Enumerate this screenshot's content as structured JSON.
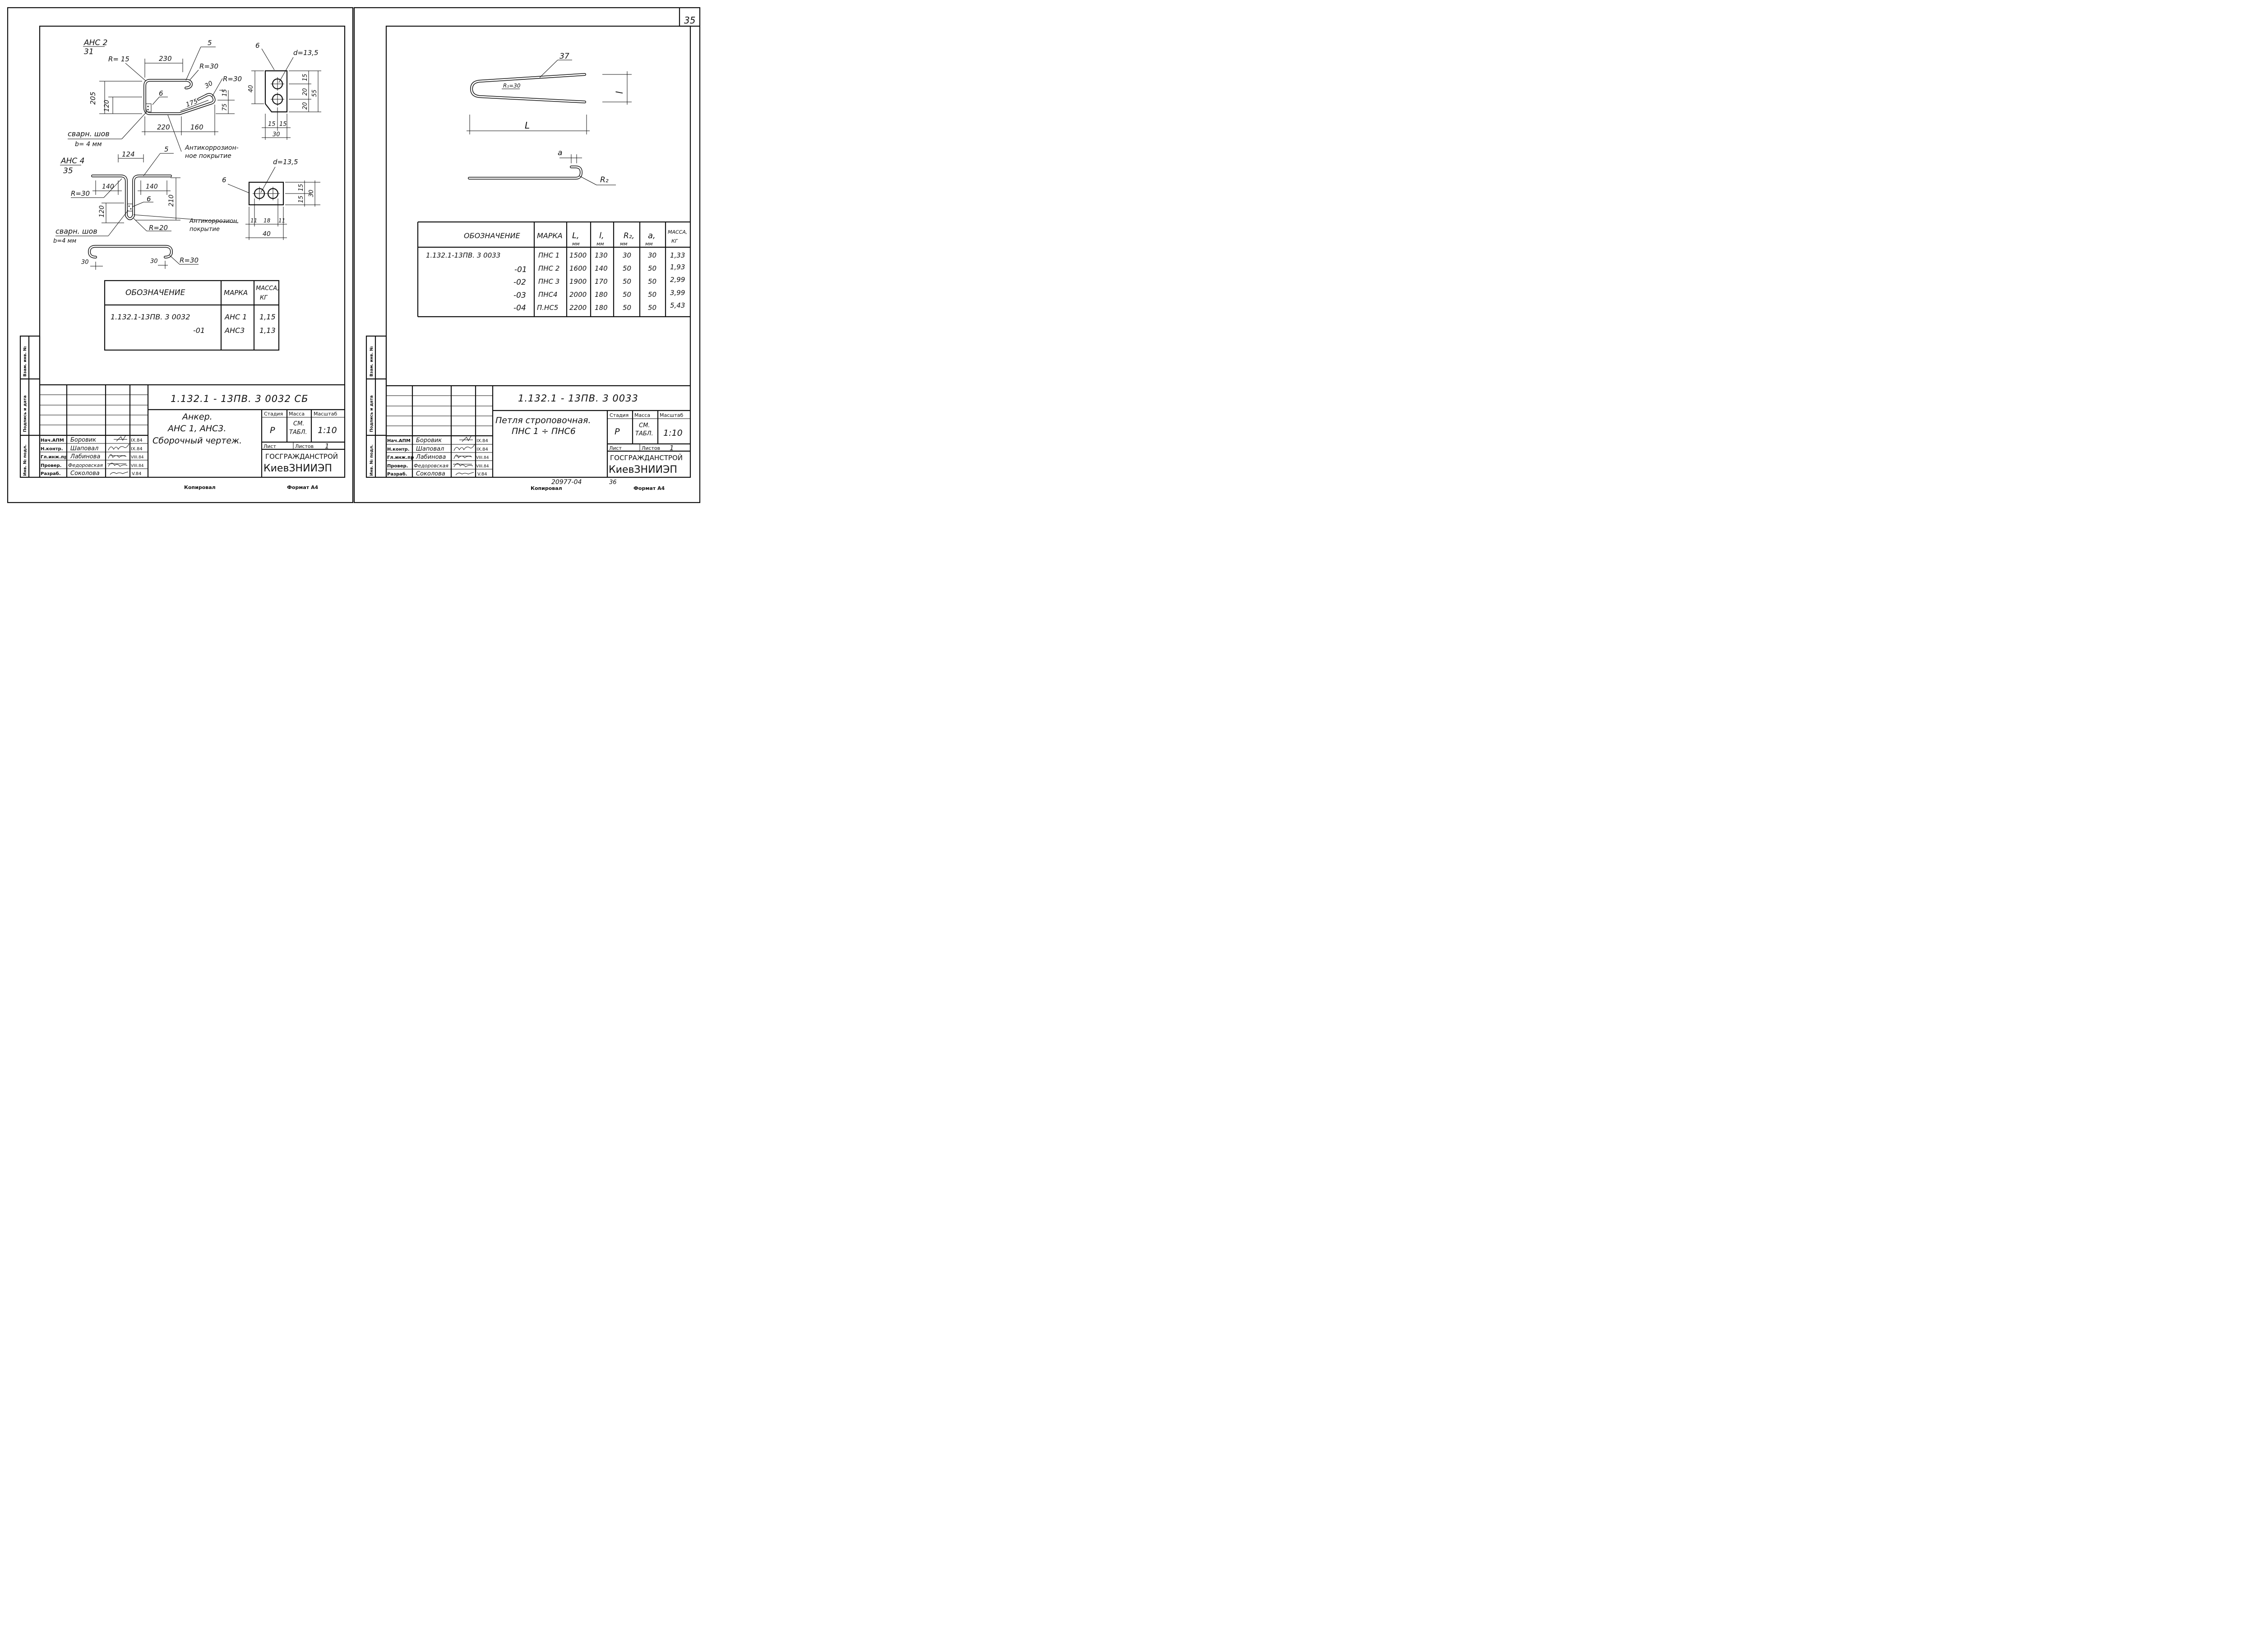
{
  "page_number": "35",
  "left_sheet": {
    "detail_ans2": {
      "mark": "АНС 2",
      "ref": "31"
    },
    "detail_ans4": {
      "mark": "АНС 4",
      "ref": "35"
    },
    "dims_ans2": {
      "r15": "R= 15",
      "d230": "230",
      "pos5": "5",
      "r30a": "R=30",
      "r30b": "R=30",
      "d30": "30",
      "d205": "205",
      "d120": "120",
      "pos6": "6",
      "d175": "175",
      "d15": "15",
      "d75": "75",
      "d220": "220",
      "d160": "160"
    },
    "weld_label": "сварн. шов",
    "weld_size": "b= 4 мм",
    "anticorr_1": "Антикоррозион-",
    "anticorr_2": "ное покрытие",
    "plate1": {
      "pos": "6",
      "d": "d=13,5",
      "h": "40",
      "v15": "15",
      "v20a": "20",
      "v55": "55",
      "v20b": "20",
      "w15a": "15",
      "w15b": "15",
      "w30": "30"
    },
    "dims_ans4": {
      "d124": "124",
      "pos5": "5",
      "r30": "R=30",
      "d140a": "140",
      "d140b": "140",
      "d210": "210",
      "d120": "120",
      "pos6": "6",
      "r20": "R=20",
      "d30a": "30",
      "d30b": "30",
      "r30b": "R=30"
    },
    "weld2_label": "сварн. шов",
    "weld2_size": "b=4 мм",
    "anticorr2_1": "Антикоррозион.",
    "anticorr2_2": "покрытие",
    "plate2": {
      "pos": "6",
      "d": "d=13,5",
      "v15a": "15",
      "v15b": "15",
      "v30": "30",
      "w11a": "11",
      "w18": "18",
      "w11b": "11",
      "w40": "40"
    },
    "table": {
      "headers": [
        "ОБОЗНАЧЕНИЕ",
        "МАРКА",
        "МАССА,",
        "КГ"
      ],
      "rows": [
        {
          "code": "1.132.1-13ПВ. 3 0032",
          "mark": "АНС 1",
          "mass": "1,15"
        },
        {
          "code": "-01",
          "mark": "АНС3",
          "mass": "1,13"
        }
      ]
    },
    "title_block": {
      "doc_code": "1.132.1 - 13ПВ. 3 0032 СБ",
      "title_1": "Анкер.",
      "title_2": "АНС 1, АНС3.",
      "title_3": "Сборочный чертеж.",
      "stage_h": "Стадия",
      "mass_h": "Масса",
      "scale_h": "Масштаб",
      "stage": "Р",
      "mass_1": "СМ.",
      "mass_2": "ТАБЛ.",
      "scale": "1:10",
      "sheet_l": "Лист",
      "sheets_l": "Листов",
      "sheets": "1",
      "org_1": "ГОСГРАЖДАНСТРОЙ",
      "org_2": "КиевЗНИИЭП",
      "roles": [
        "Нач.АПМ",
        "Н.контр.",
        "Гл.инж.пр",
        "Провер.",
        "Разраб."
      ],
      "names": [
        "Боровик",
        "Шаповал",
        "Лабинова",
        "Федоровская",
        "Соколова"
      ],
      "dates": [
        "IX.84",
        "IX.84",
        "VIII.84",
        "VIII.84",
        "V.84"
      ]
    },
    "side_labels": [
      "Взам. инв. №",
      "Подпись и дата",
      "Инв. № подл."
    ],
    "footer_copied": "Копировал",
    "footer_format": "Формат А4"
  },
  "right_sheet": {
    "dims": {
      "pos37": "37",
      "r1": "R₁=30",
      "l_small": "l",
      "L": "L",
      "a": "a",
      "r2": "R₂"
    },
    "table": {
      "headers": [
        "ОБОЗНАЧЕНИЕ",
        "МАРКА",
        "L,",
        "мм",
        "l,",
        "мм",
        "R₂,",
        "мм",
        "a,",
        "мм",
        "МАССА,",
        "КГ"
      ],
      "rows": [
        {
          "code": "1.132.1-13ПВ. 3 0033",
          "mark": "ПНС 1",
          "L": "1500",
          "l": "130",
          "r": "30",
          "a": "30",
          "m": "1,33"
        },
        {
          "code": "-01",
          "mark": "ПНС 2",
          "L": "1600",
          "l": "140",
          "r": "50",
          "a": "50",
          "m": "1,93"
        },
        {
          "code": "-02",
          "mark": "ПНС 3",
          "L": "1900",
          "l": "170",
          "r": "50",
          "a": "50",
          "m": "2,99"
        },
        {
          "code": "-03",
          "mark": "ПНС4",
          "L": "2000",
          "l": "180",
          "r": "50",
          "a": "50",
          "m": "3,99"
        },
        {
          "code": "-04",
          "mark": "П.НС5",
          "L": "2200",
          "l": "180",
          "r": "50",
          "a": "50",
          "m": "5,43"
        }
      ]
    },
    "title_block": {
      "doc_code": "1.132.1 - 13ПВ. 3 0033",
      "title_1": "Петля строповочная.",
      "title_2": "ПНС 1 ÷ ПНС6",
      "stage_h": "Стадия",
      "mass_h": "Масса",
      "scale_h": "Масштаб",
      "stage": "Р",
      "mass_1": "СМ.",
      "mass_2": "ТАБЛ.",
      "scale": "1:10",
      "sheet_l": "Лист",
      "sheets_l": "Листов",
      "sheets": "1",
      "org_1": "ГОСГРАЖДАНСТРОЙ",
      "org_2": "КиевЗНИИЭП",
      "roles": [
        "Нач.АПМ",
        "Н.контр.",
        "Гл.инж.пр",
        "Провер.",
        "Разраб."
      ],
      "names": [
        "Боровик",
        "Шаповал",
        "Лабинова",
        "Федоровская",
        "Соколова"
      ],
      "dates": [
        "IX.84",
        "IX.84",
        "VIII.84",
        "VIII.84",
        "V.84"
      ]
    },
    "side_labels": [
      "Взам. инв. №",
      "Подпись и дата",
      "Инв. № подл."
    ],
    "footer_copied": "Копировал",
    "footer_format": "Формат А4",
    "footer_stamp": "20977-04",
    "footer_num": "36"
  }
}
